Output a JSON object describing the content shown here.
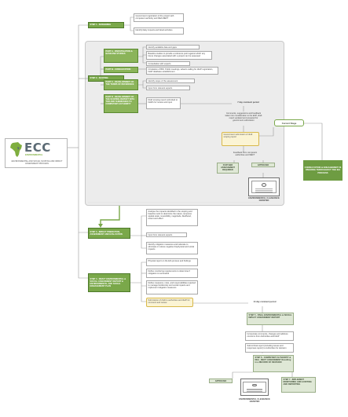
{
  "logo": {
    "brand": "ECC",
    "tagline": "ENVIRONMENTAL",
    "title": "ENVIRONMENTAL AND SOCIAL SCOPING AND IMPACT ASSESSMENT PROCESS"
  },
  "step1": {
    "label": "STEP 1 - SCREENING",
    "notes": [
      "Government registration of the project with competent authority and DEA-MEFT",
      "Identify likely impacts and listed activities"
    ]
  },
  "step2": {
    "label": "STEP 2 - SCOPING",
    "parts": [
      {
        "label": "PART A - INVESTIGATION & BASELINE STUDIES"
      },
      {
        "label": "PART B - CONSULTATION"
      },
      {
        "label": "PART C - DEVELOPMENT OF THE TERMS OF REFERENCE"
      },
      {
        "label": "PART D - DEVELOPMENT OF THE SCOPING REPORT WITH TOR AND SUBMISSION TO COMPETENT AUTHORITY"
      }
    ],
    "notes": [
      "Identify available data and gaps",
      "Baseline studies to provide a reference point against which any future changes associated with a project can be assessed",
      "Consultation with experts",
      "Circulation of BID, Public meetings, adverts calling for I&AP registration, I&AP database establishment",
      "Identify scope of the assessment",
      "Input from relevant experts",
      "Draft scoping report submitted to I&APs for review and input"
    ],
    "comment_period": "7 day comment period",
    "comments_note": "Comments, suggestions and feedback taken into consideration to the EAP, draft report updated and prepared for government submission",
    "gov_submission": "Government submission of draft scoping report",
    "feedback": "Feedback from competent authorities and MEFT",
    "further": "FURTHER ASSESSMENT REQUIRED",
    "approved": "APPROVED",
    "clearance": "ENVIRONMENTAL CLEARANCE GRANTED"
  },
  "current_stage": "Current Stage",
  "consultation": "CONSULTATION & ENGAGEMENT IS ONGOING THROUGHOUT THE EIA PROCESS",
  "step3": {
    "label": "STEP 3 - IMPACT PREDICTION, ASSESSMENT AND EVALUATION",
    "notes": [
      "Analyse the impacts identified in the scoping and baseline work to determine the nature, temporal, spatial scale, reversibility, magnitude, likelihood, extent and effect",
      "Input from relevant experts",
      "Identify mitigation measures and rationale to eliminate or reduce negative biophysical and social impacts"
    ]
  },
  "step4": {
    "label": "STEP 4 - DRAFT ENVIRONMENTAL & SOCIAL ASSESSMENT REPORT & ENVIRONMENTAL AND SOCIAL MANAGEMENT PLAN",
    "notes": [
      "Physical report on the EIA process and findings",
      "Define monitoring requirements to determine if mitigation is successful",
      "Define measures, roles, and responsibilities required to manage biodiversity and social impacts and implement mitigation measures"
    ],
    "submission": "Submission of draft to authorities and I&AP for comment and review",
    "comment_period": "14 day comment period"
  },
  "step5": {
    "label": "STEP 5 - FINAL ENVIRONMENTAL & SOCIAL IMPACT ASSESSMENT REPORT",
    "notes": [
      "Incorporate comments, changes and address concerns from Authorities and I&AP",
      "Submit final report (including issues and responses report) to Authorities for decision"
    ]
  },
  "step6": {
    "label": "STEP 6 - COMPETENT AUTHORITY & DEA - MEFT ASSESSMENT Resulting in a RECORD OF DECISION",
    "approved": "APPROVED",
    "clearance": "ENVIRONMENTAL CLEARANCE GRANTED"
  },
  "step7": {
    "label": "STEP 7 - IMPLEMENT MONITORING AND AUDITING AND REPORTING"
  },
  "colors": {
    "step_green": "#7aa84a",
    "light_green": "#dfe8d6",
    "highlight": "#fbf4d4",
    "panel_grey": "#ececec"
  }
}
